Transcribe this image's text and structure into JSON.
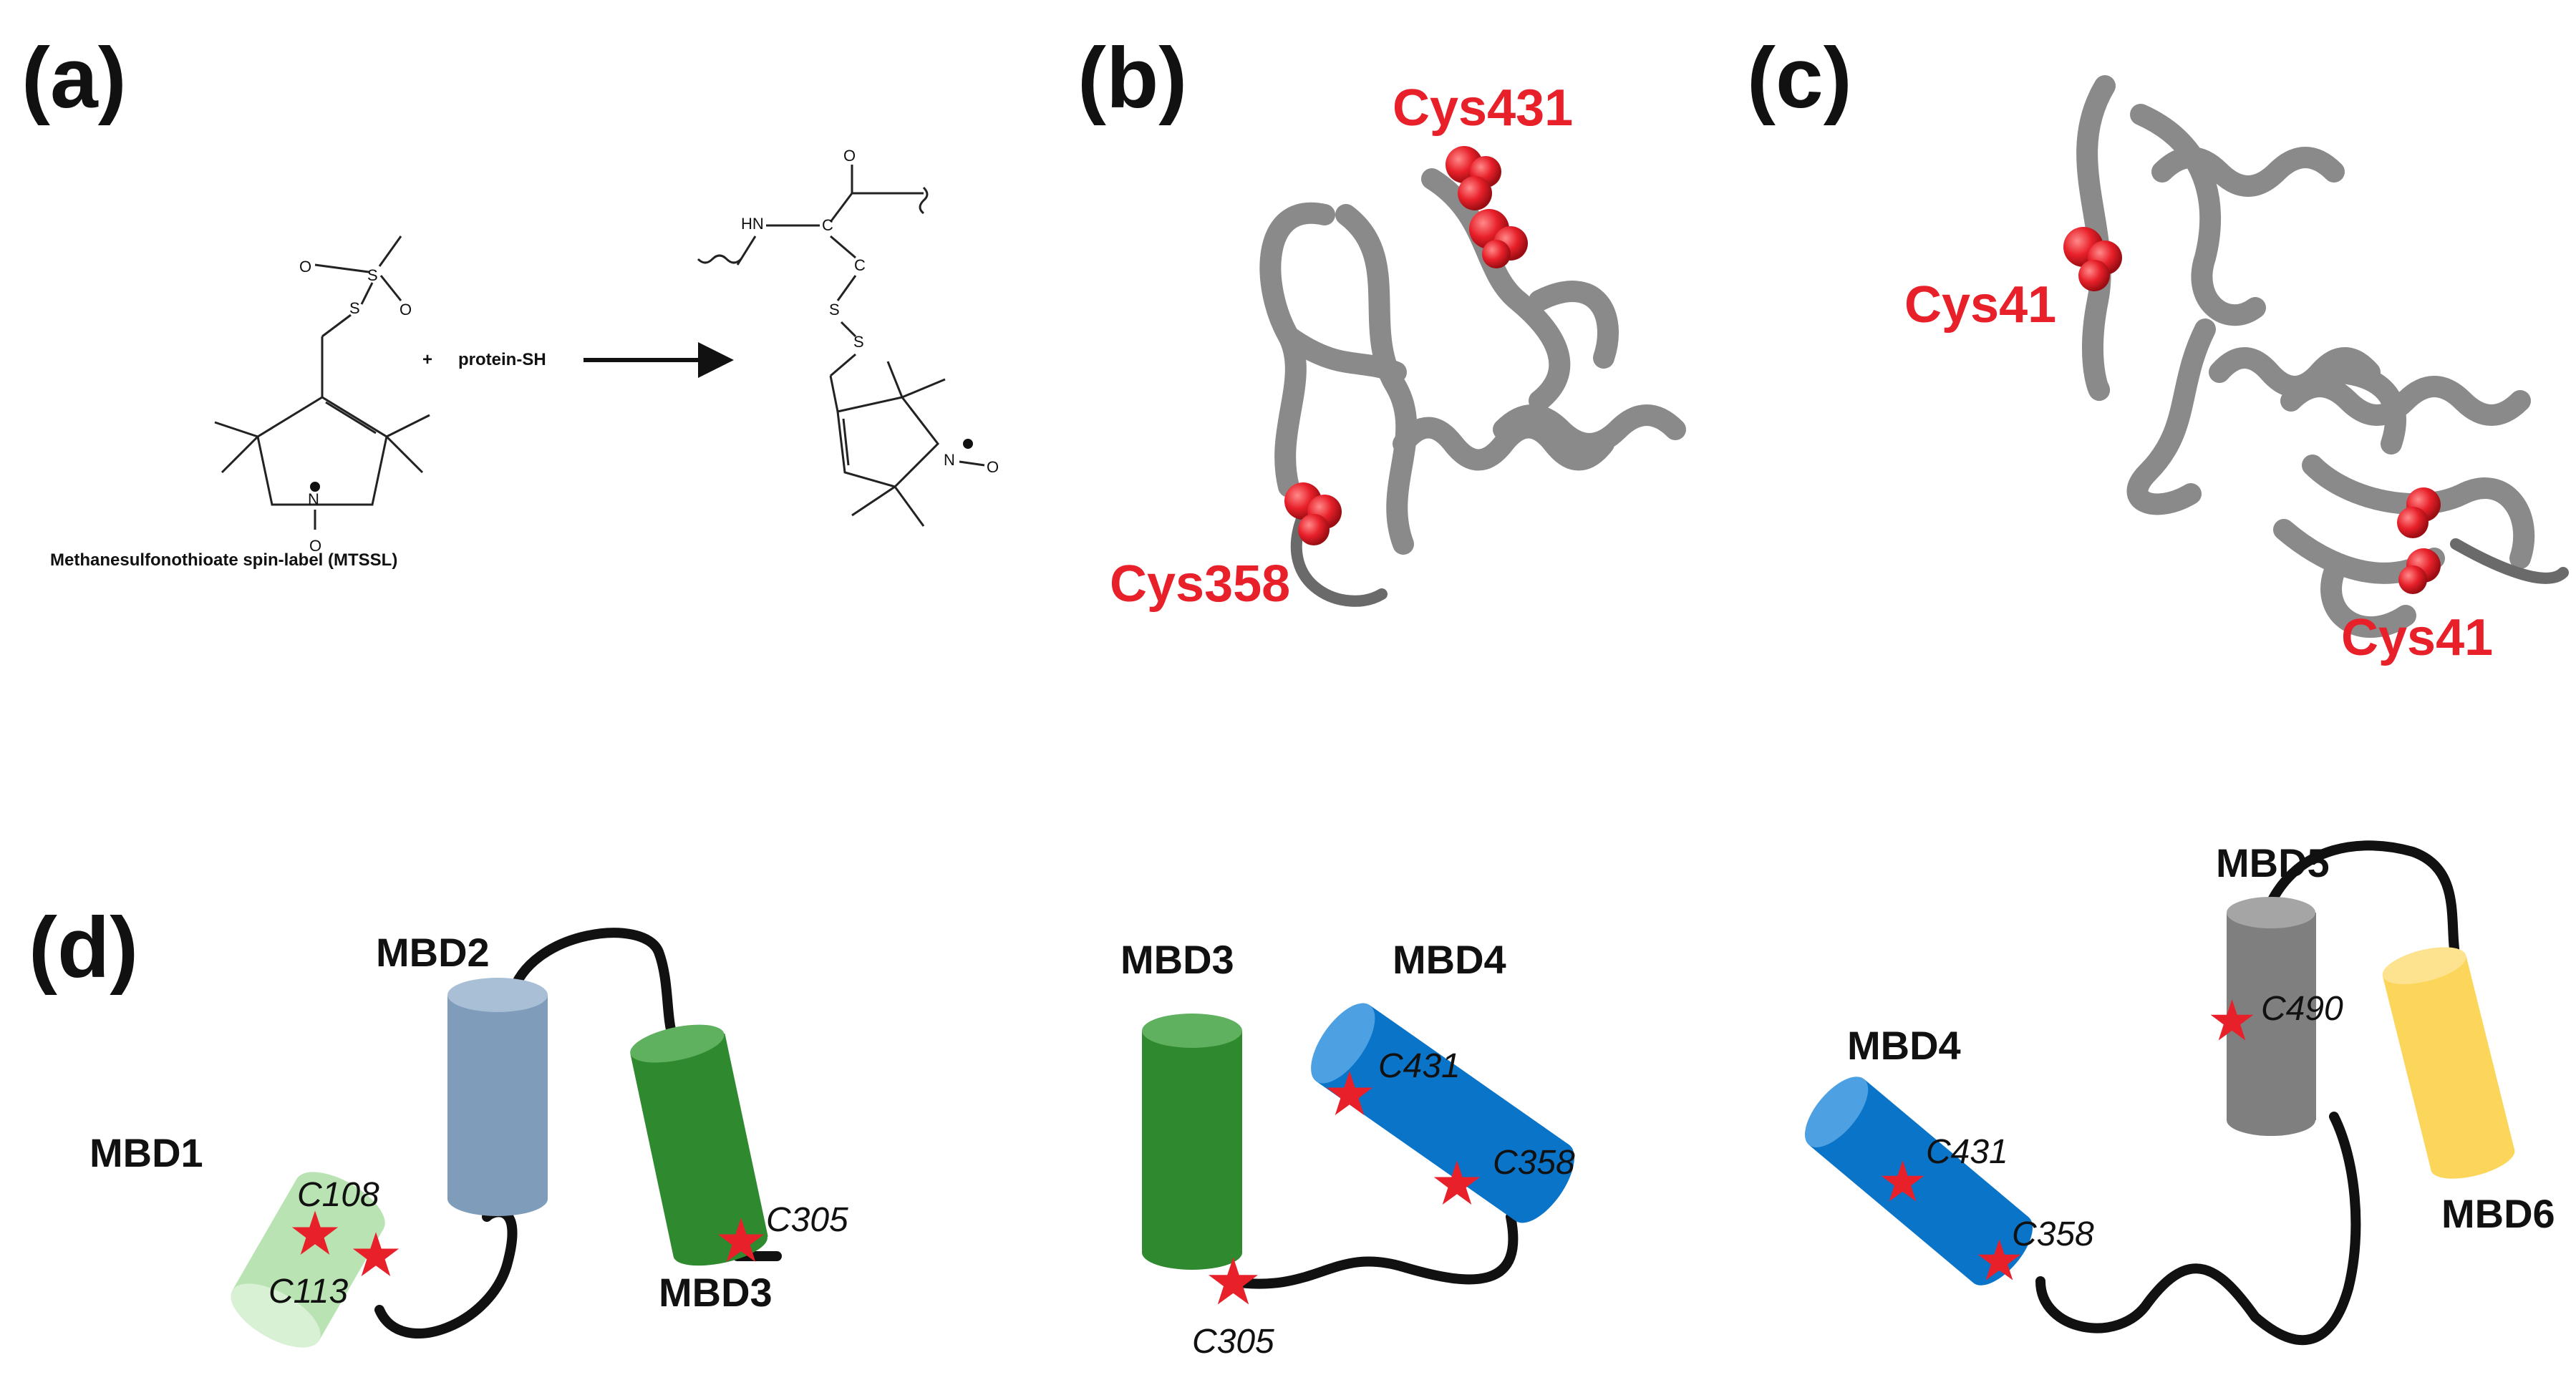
{
  "panels": {
    "a": {
      "letter": "(a)",
      "reagent_label": "Methanesulfonothioate spin-label (MTSSL)",
      "plus": "+",
      "protein": "protein-SH",
      "atoms": {
        "o": "O",
        "s": "S",
        "n": "N",
        "hn": "HN",
        "c": "C"
      }
    },
    "b": {
      "letter": "(b)",
      "label_top": "Cys431",
      "label_bottom": "Cys358"
    },
    "c": {
      "letter": "(c)",
      "label_left": "Cys41",
      "label_right": "Cys41"
    },
    "d": {
      "letter": "(d)",
      "group1": {
        "mbd1": "MBD1",
        "mbd2": "MBD2",
        "mbd3": "MBD3",
        "c108": "C108",
        "c113": "C113",
        "c305": "C305"
      },
      "group2": {
        "mbd3": "MBD3",
        "mbd4": "MBD4",
        "c431": "C431",
        "c358": "C358",
        "c305": "C305"
      },
      "group3": {
        "mbd4": "MBD4",
        "mbd5": "MBD5",
        "mbd6": "MBD6",
        "c431": "C431",
        "c358": "C358",
        "c490": "C490"
      }
    }
  },
  "colors": {
    "mbd1": "#b9e3b2",
    "mbd2": "#7f9cba",
    "mbd3": "#2f8a2f",
    "mbd4": "#0a74c9",
    "mbd5": "#7f7f7f",
    "mbd6": "#fcd55b",
    "cysteine": "#e8202a",
    "protein_ribbon": "#8a8a8a"
  }
}
